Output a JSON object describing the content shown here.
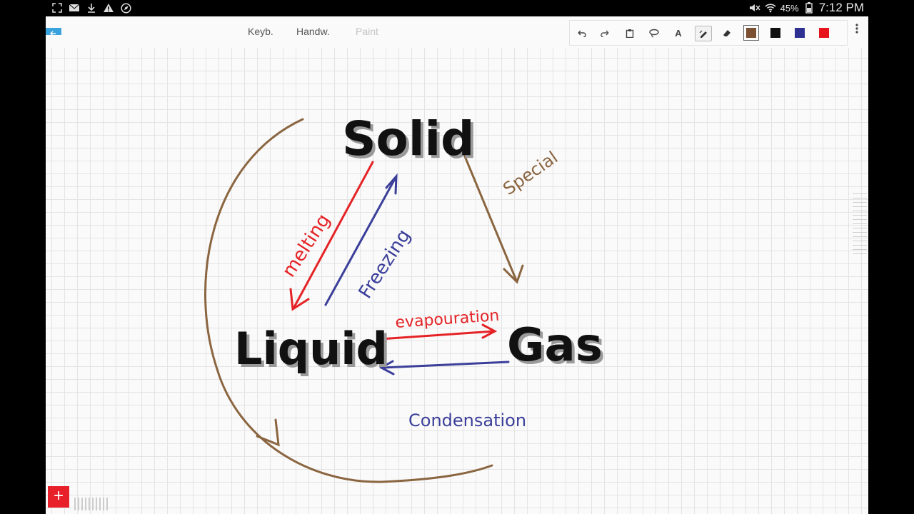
{
  "status_bar": {
    "battery": "45%",
    "time": "7:12 PM"
  },
  "toolbar": {
    "modes": [
      "Keyb.",
      "Handw.",
      "Paint"
    ],
    "tools": [
      "undo",
      "redo",
      "clipboard",
      "lasso",
      "text",
      "pen",
      "eraser"
    ],
    "text_tool_label": "A",
    "colors": [
      "#7a5030",
      "#111111",
      "#2e3192",
      "#e8141c"
    ],
    "selected_color": "#7a5030"
  },
  "drawing": {
    "words": {
      "solid": "Solid",
      "liquid": "Liquid",
      "gas": "Gas"
    },
    "labels": {
      "melting": "melting",
      "freezing": "Freezing",
      "evaporation": "evapouration",
      "condensation": "Condensation",
      "special": "Special"
    },
    "ink_colors": {
      "red": "#e52326",
      "blue": "#3b3f9a",
      "brown": "#8a6540",
      "black": "#111111"
    }
  },
  "add_button_label": "+"
}
